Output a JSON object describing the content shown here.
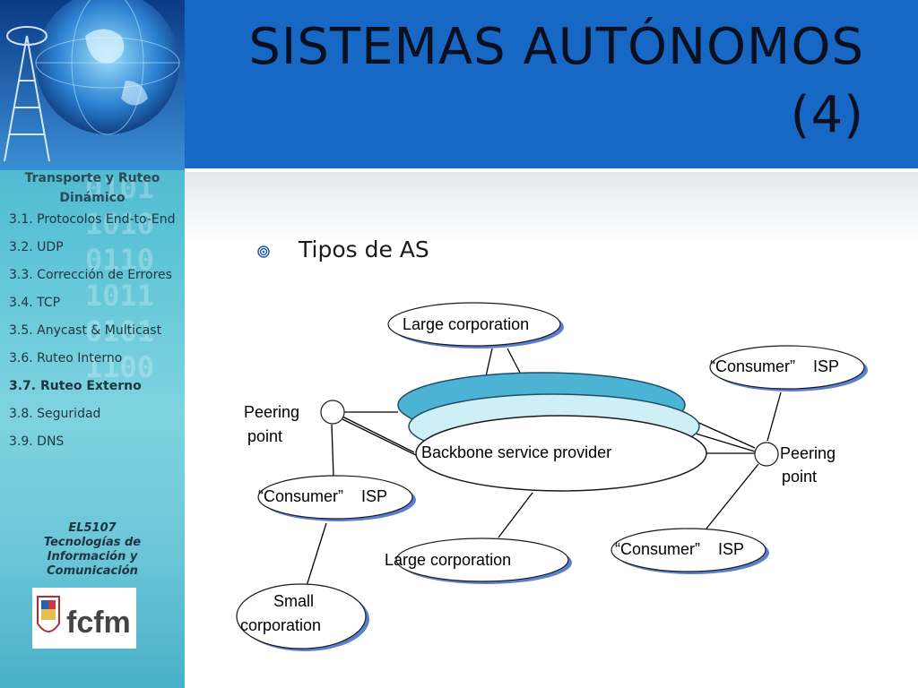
{
  "sidebar": {
    "title": "Transporte y Ruteo Dinámico",
    "binary_rows": [
      "0101",
      "1010",
      "0110",
      "1011",
      "0101",
      "1100"
    ],
    "nav": [
      {
        "label": "3.1.  Protocolos End-to-End",
        "active": false
      },
      {
        "label": "3.2. UDP",
        "active": false
      },
      {
        "label": "3.3. Corrección de Errores",
        "active": false
      },
      {
        "label": "3.4.  TCP",
        "active": false
      },
      {
        "label": "3.5.  Anycast & Multicast",
        "active": false
      },
      {
        "label": "3.6. Ruteo Interno",
        "active": false
      },
      {
        "label": "3.7. Ruteo Externo",
        "active": true
      },
      {
        "label": "3.8. Seguridad",
        "active": false
      },
      {
        "label": "3.9. DNS",
        "active": false
      }
    ],
    "course": {
      "code": "EL5107",
      "name": "Tecnologías de Información  y Comunicación"
    },
    "logo_text": "fcfm"
  },
  "header": {
    "title_line1": "SISTEMAS AUTÓNOMOS",
    "title_line2": "(4)"
  },
  "content": {
    "bullet": "Tipos de AS"
  },
  "diagram": {
    "nodes": {
      "large_corp_top": "Large corporation",
      "consumer_isp_right_top": "“Consumer”    ISP",
      "peering_left": [
        "Peering",
        "point"
      ],
      "backbone": "Backbone service provider",
      "peering_right": [
        "Peering",
        "point"
      ],
      "consumer_isp_left": "“Consumer”    ISP",
      "large_corp_bottom": "Large corporation",
      "consumer_isp_right_bottom": "“Consumer”    ISP",
      "small_corp": [
        "Small",
        "corporation"
      ]
    }
  },
  "colors": {
    "header_blue": "#1768c4",
    "backbone_dark": "#4db3d4",
    "backbone_light": "#cfeff6",
    "ellipse_shadow": "#5b7fd0"
  }
}
